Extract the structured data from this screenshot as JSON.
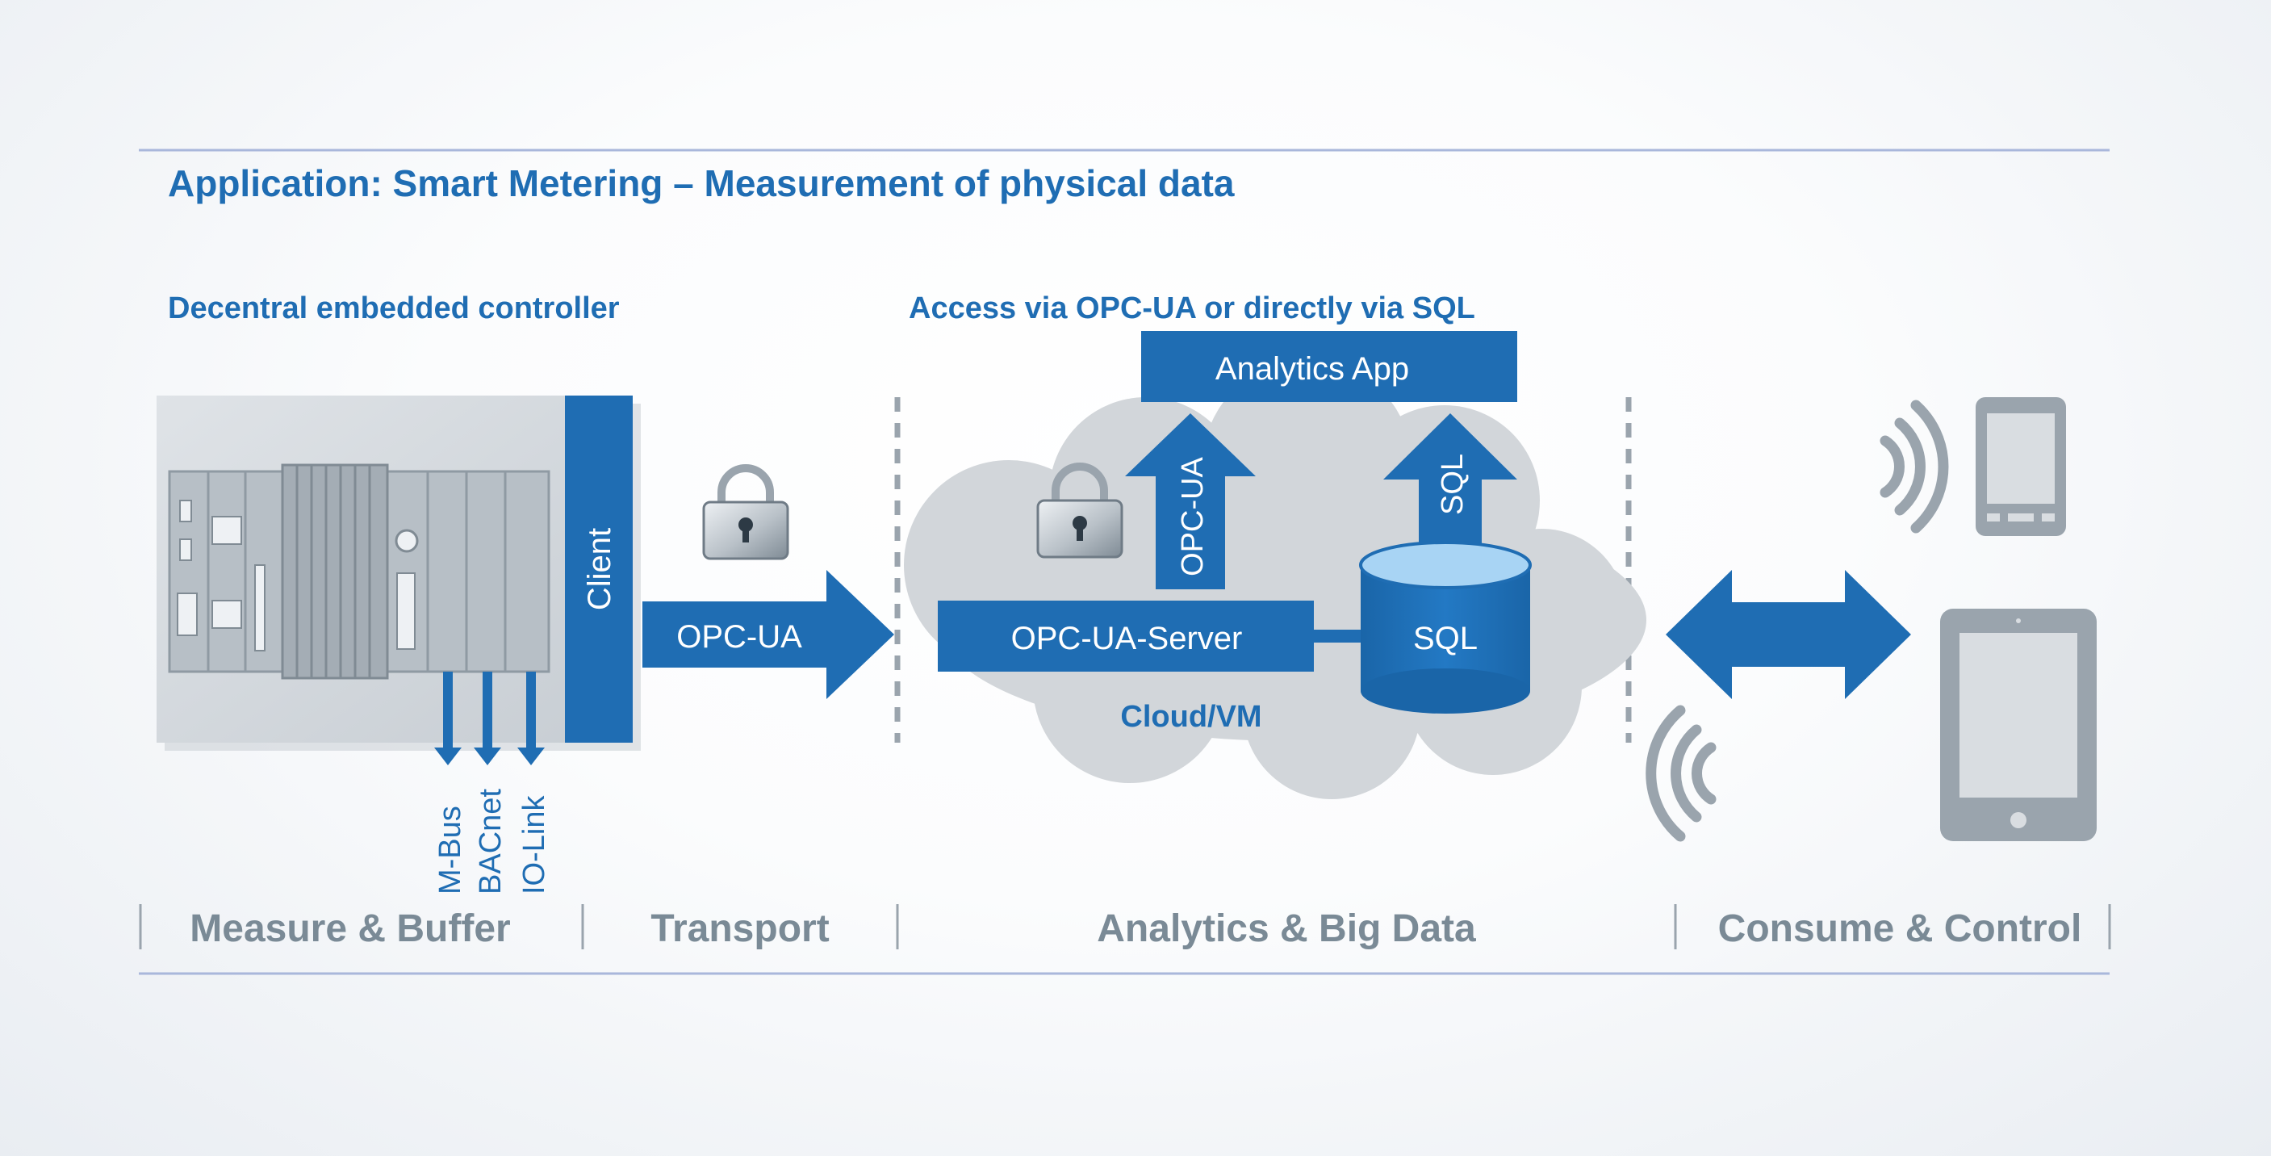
{
  "title": "Application: Smart Metering – Measurement of physical data",
  "headings": {
    "controller": "Decentral embedded controller",
    "access": "Access via OPC-UA or directly via SQL"
  },
  "controller": {
    "client_label": "Client",
    "protocols": [
      "M-Bus",
      "BACnet",
      "IO-Link"
    ]
  },
  "transport_arrow_label": "OPC-UA",
  "cloud": {
    "analytics_app": "Analytics App",
    "opcua_arrow": "OPC-UA",
    "sql_arrow": "SQL",
    "server_label": "OPC-UA-Server",
    "db_label": "SQL",
    "cloud_label": "Cloud/VM"
  },
  "stages": [
    "Measure & Buffer",
    "Transport",
    "Analytics & Big Data",
    "Consume & Control"
  ],
  "colors": {
    "brand_blue": "#1f6db3",
    "line_blue": "#a9b7db",
    "gray_text": "#7a8a96",
    "device_gray": "#9aa4ad",
    "cloud_gray": "#d2d6da",
    "db_top": "#a8d4f4"
  },
  "icons": [
    "padlock-icon",
    "smartphone-icon",
    "tablet-icon",
    "wireless-signal-icon"
  ]
}
